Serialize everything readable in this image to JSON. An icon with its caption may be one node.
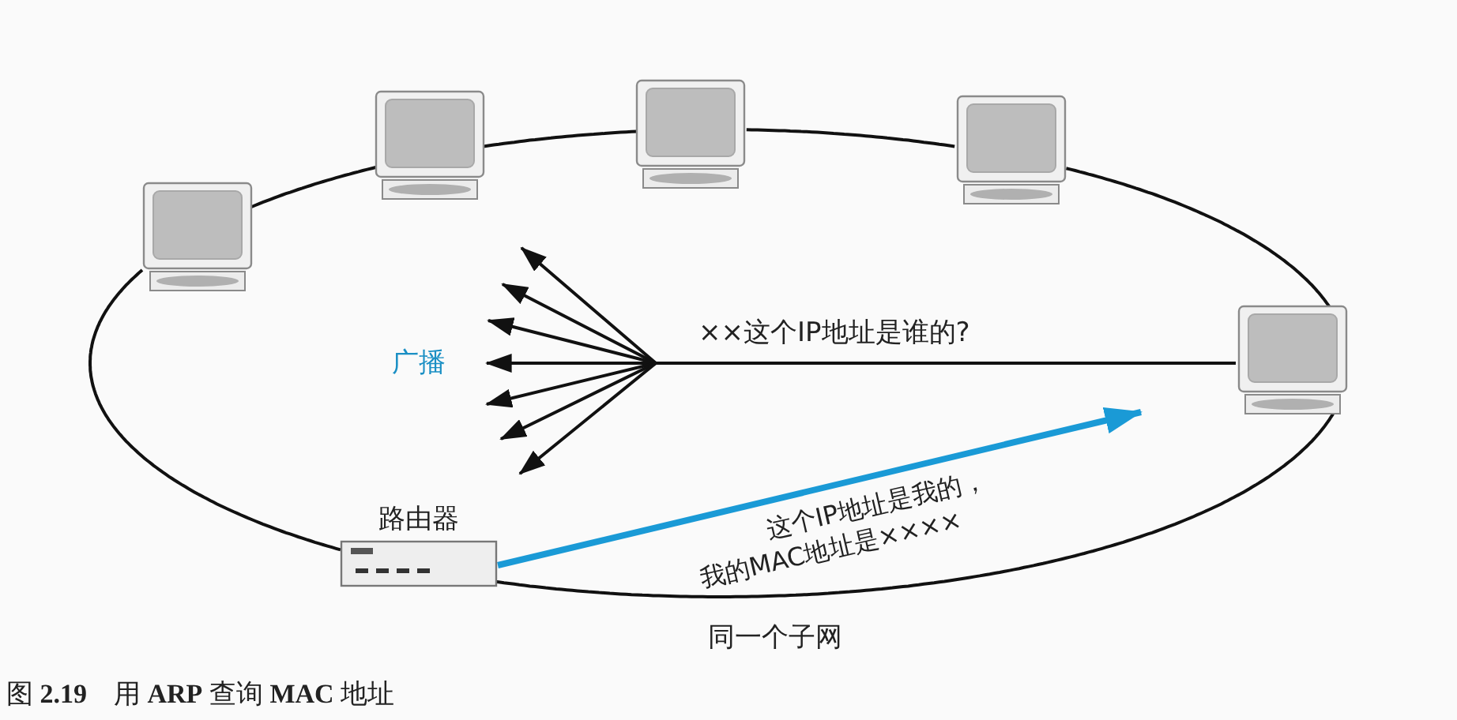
{
  "diagram": {
    "caption": "图 **2.19**　用 **ARP** 查询 **MAC** 地址",
    "nodes": [
      {
        "text": [],
        "shape": "picture"
      },
      {
        "text": [],
        "shape": "picture"
      },
      {
        "text": [],
        "shape": "picture"
      },
      {
        "text": [],
        "shape": "picture"
      },
      {
        "text": [],
        "shape": "picture"
      },
      {
        "text": [
          "路由器"
        ]
      }
    ],
    "edges": [
      {
        "from": 0,
        "to": 1,
        "arrow": "none"
      },
      {
        "from": 1,
        "to": 2,
        "arrow": "none"
      },
      {
        "from": 2,
        "to": 3,
        "arrow": "none"
      },
      {
        "from": 3,
        "to": 4,
        "arrow": "none"
      },
      {
        "from": 4,
        "to": 5,
        "arrow": "none"
      },
      {
        "from": 5,
        "to": 0,
        "arrow": "none"
      },
      {
        "from": 4,
        "to": null,
        "arrow": "to",
        "label": "××这个IP地址是谁的?"
      },
      {
        "from": 4,
        "to": null,
        "arrow": "to"
      },
      {
        "from": 4,
        "to": null,
        "arrow": "to"
      },
      {
        "from": 4,
        "to": null,
        "arrow": "to"
      },
      {
        "from": 4,
        "to": null,
        "arrow": "to"
      },
      {
        "from": 4,
        "to": null,
        "arrow": "to"
      },
      {
        "from": 4,
        "to": null,
        "arrow": "to"
      },
      {
        "from": 5,
        "to": null,
        "arrow": "to",
        "label": "这个IP地址是我的，我的MAC地址是××××",
        "style": "thick",
        "color": "#1a9ad6"
      }
    ],
    "labels": [
      "广播",
      "同一个子网"
    ]
  }
}
